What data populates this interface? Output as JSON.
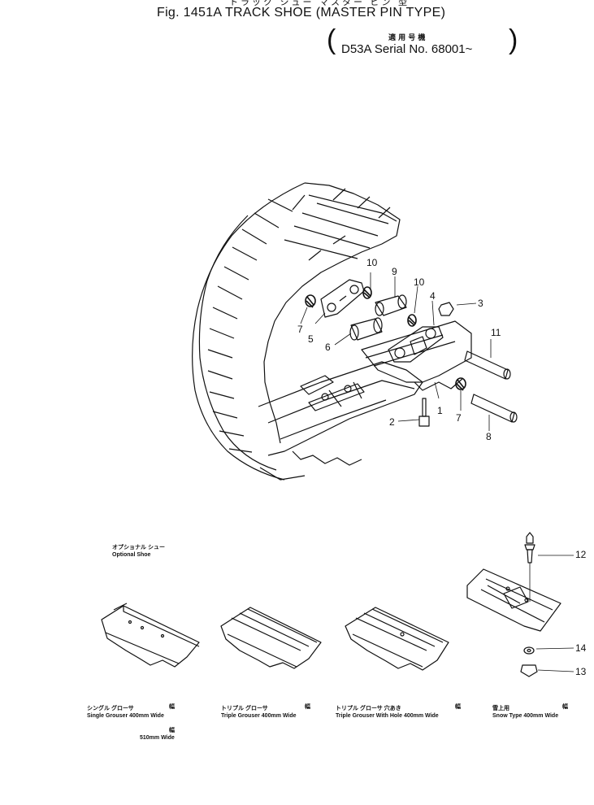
{
  "header": {
    "jp_title": "トラック シュー マスター ピン 型",
    "fig_title": "Fig. 1451A   TRACK SHOE (MASTER PIN TYPE)",
    "serial_jp": "適 用 号 機",
    "serial": "D53A Serial No. 68001~"
  },
  "callouts": [
    "1",
    "2",
    "3",
    "4",
    "5",
    "6",
    "7",
    "7",
    "8",
    "9",
    "10",
    "10",
    "11",
    "12",
    "13",
    "14"
  ],
  "optional": {
    "jp": "オプショナル シュー",
    "en": "Optional Shoe"
  },
  "shoes": [
    {
      "jp": "シングル グローサ",
      "width_jp": "幅",
      "en": "Single Grouser 400mm Wide",
      "extra_jp": "幅",
      "extra": "510mm Wide"
    },
    {
      "jp": "トリプル グローサ",
      "width_jp": "幅",
      "en": "Triple Grouser 400mm Wide"
    },
    {
      "jp": "トリプル グローサ 穴あき",
      "width_jp": "幅",
      "en": "Triple Grouser With Hole 400mm Wide"
    },
    {
      "jp": "雪上用",
      "width_jp": "幅",
      "en": "Snow Type 400mm Wide"
    }
  ]
}
